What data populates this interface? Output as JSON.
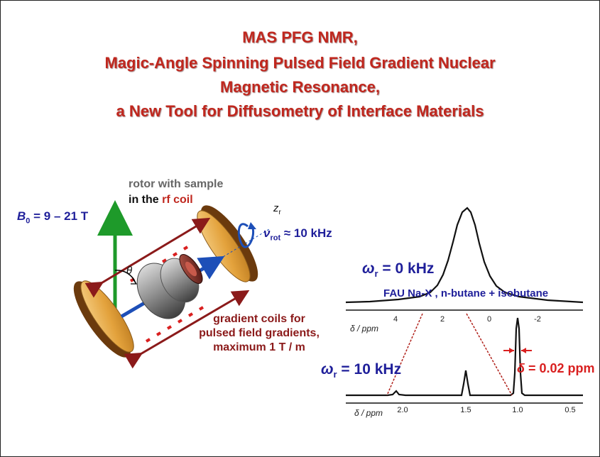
{
  "title": {
    "line1": "MAS PFG NMR,",
    "line2": "Magic-Angle Spinning Pulsed Field Gradient Nuclear",
    "line3": "Magnetic Resonance,",
    "line4": "a New Tool for Diffusometry of Interface Materials"
  },
  "schematic": {
    "field_symbol": "B",
    "field_sub": "0",
    "field_value": " = 9 – 21 T",
    "rotor_label_1": "rotor with sample",
    "rotor_label_2a": "in the ",
    "rotor_label_2b": "rf coil",
    "angle_symbol": "θ",
    "axis_symbol": "z",
    "axis_sub": "r",
    "rot_symbol": "ν",
    "rot_sub": "rot",
    "rot_value": " ≈ 10 kHz",
    "gradient_line1": "gradient coils for",
    "gradient_line2": "pulsed field gradients,",
    "gradient_line3": "maximum 1 T / m"
  },
  "spectra": {
    "top_label_symbol": "ω",
    "top_label_sub": "r",
    "top_label_value": " = 0 kHz",
    "sample_label": "FAU Na-X , n-butane +  isobutane",
    "top_axis_title": "δ / ppm",
    "top_ticks": [
      "4",
      "2",
      "0",
      "-2"
    ],
    "bottom_label_symbol": "ω",
    "bottom_label_sub": "r",
    "bottom_label_value": " = 10 kHz",
    "linewidth_symbol": "δ",
    "linewidth_value": " = 0.02 ppm",
    "bottom_axis_title": "δ / ppm",
    "bottom_ticks": [
      "2.0",
      "1.5",
      "1.0",
      "0.5"
    ]
  },
  "colors": {
    "title": "#c0271e",
    "blue_label": "#1f1f9a",
    "red_label": "#c0271e",
    "field_arrow": "#1e9a2a",
    "gradient_arrows": "#8b1a1a",
    "coil_disc": "#e8a93c",
    "coil_rim": "#6b3a0d"
  }
}
